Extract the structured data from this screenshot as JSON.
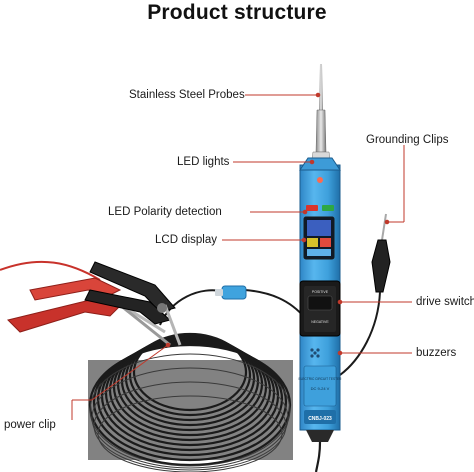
{
  "title": "Product structure",
  "labels": {
    "stainless_probes": "Stainless Steel Probes",
    "grounding_clips": "Grounding Clips",
    "led_lights": "LED lights",
    "led_polarity": "LED Polarity detection",
    "lcd_display": "LCD display",
    "drive_switch": "drive switch",
    "buzzers": "buzzers",
    "power_clip": "power clip"
  },
  "device": {
    "model": "CNBJ-023",
    "name": "ELECTRIC CIRCUIT TESTER",
    "voltage": "DC 9-24 V",
    "switch_top": "POSITIVE",
    "switch_bottom": "NEGATIVE"
  },
  "colors": {
    "body_blue": "#3fa3de",
    "body_dark": "#1f6fa8",
    "accent_red": "#d9342b",
    "pointer_red": "#c0392b",
    "cable_black": "#1b1b1b",
    "clip_red": "#c8322b"
  }
}
